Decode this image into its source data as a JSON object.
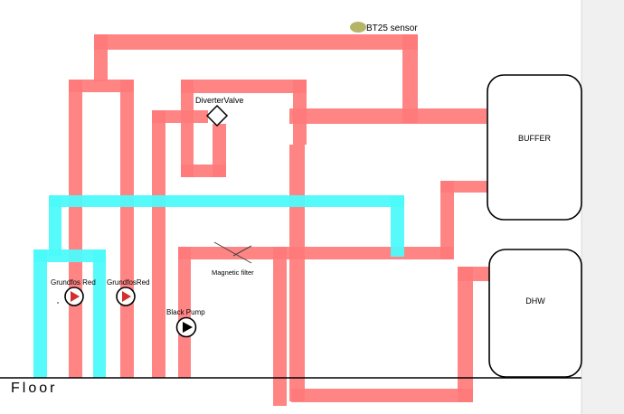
{
  "labels": {
    "sensor": "BT25 sensor",
    "diverter_valve": "DiverterValve",
    "buffer": "BUFFER",
    "dhw": "DHW",
    "magnetic_filter": "Magnetic filter",
    "pump_grundfos_red_1": "Grundfos Red",
    "pump_grundfos_red_2": "GrundfosRed",
    "pump_black": "Black Pump",
    "floor": "Floor"
  },
  "colors": {
    "hot_pipe": "#ff7b7b",
    "cold_pipe": "#4dfafa",
    "sensor": "#b5b56a",
    "pump_arrow_red": "#d32f2f",
    "pump_arrow_black": "#000000",
    "right_margin": "#f0f0f0"
  },
  "icons": {
    "pump": "play-triangle-in-circle-icon",
    "diverter_valve": "diamond-valve-icon",
    "sensor": "oval-sensor-icon"
  }
}
